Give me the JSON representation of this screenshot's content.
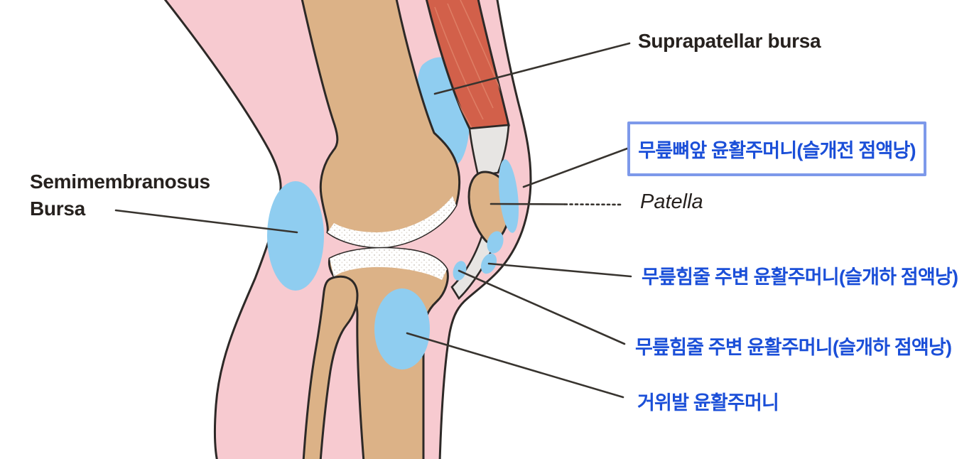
{
  "figure": {
    "title": "Knee bursae diagram",
    "labels": {
      "suprapatellar": "Suprapatellar bursa",
      "prepatellar_boxed": "무릎뼈앞 윤활주머니(슬개전 점액낭)",
      "patella": "Patella",
      "infrapatellar_superficial": "무릎힘줄 주변 윤활주머니(슬개하 점액낭)",
      "infrapatellar_deep": "무릎힘줄 주변 윤활주머니(슬개하 점액낭)",
      "pes_anserine": "거위발 윤활주머니",
      "semimembranosus_line1": "Semimembranosus",
      "semimembranosus_line2": "Bursa"
    },
    "colors": {
      "skin": "#f7cad0",
      "bone": "#dcb287",
      "muscle": "#d2604a",
      "muscle_striation": "#e08368",
      "bursa": "#8fcdf0",
      "tendon": "#e7e5e3",
      "outline": "#2d2927",
      "leader_line": "#38342f",
      "label_text": "#26211e",
      "korean_text": "#1b4fd8",
      "box_border": "#7d99ea"
    }
  }
}
